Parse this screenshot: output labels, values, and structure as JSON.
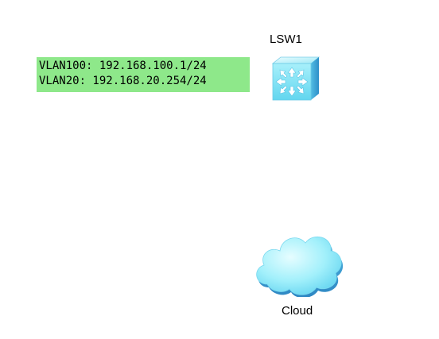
{
  "diagram": {
    "switch": {
      "name": "LSW1",
      "icon": "layer3-switch-icon"
    },
    "cloud": {
      "name": "Cloud",
      "icon": "cloud-icon"
    },
    "note": {
      "lines": [
        "VLAN100: 192.168.100.1/24",
        "VLAN20: 192.168.20.254/24"
      ],
      "background_color": "#8ee88a"
    },
    "colors": {
      "device_cyan": "#7fe6f5",
      "device_shadow": "#3aa9d8"
    }
  }
}
